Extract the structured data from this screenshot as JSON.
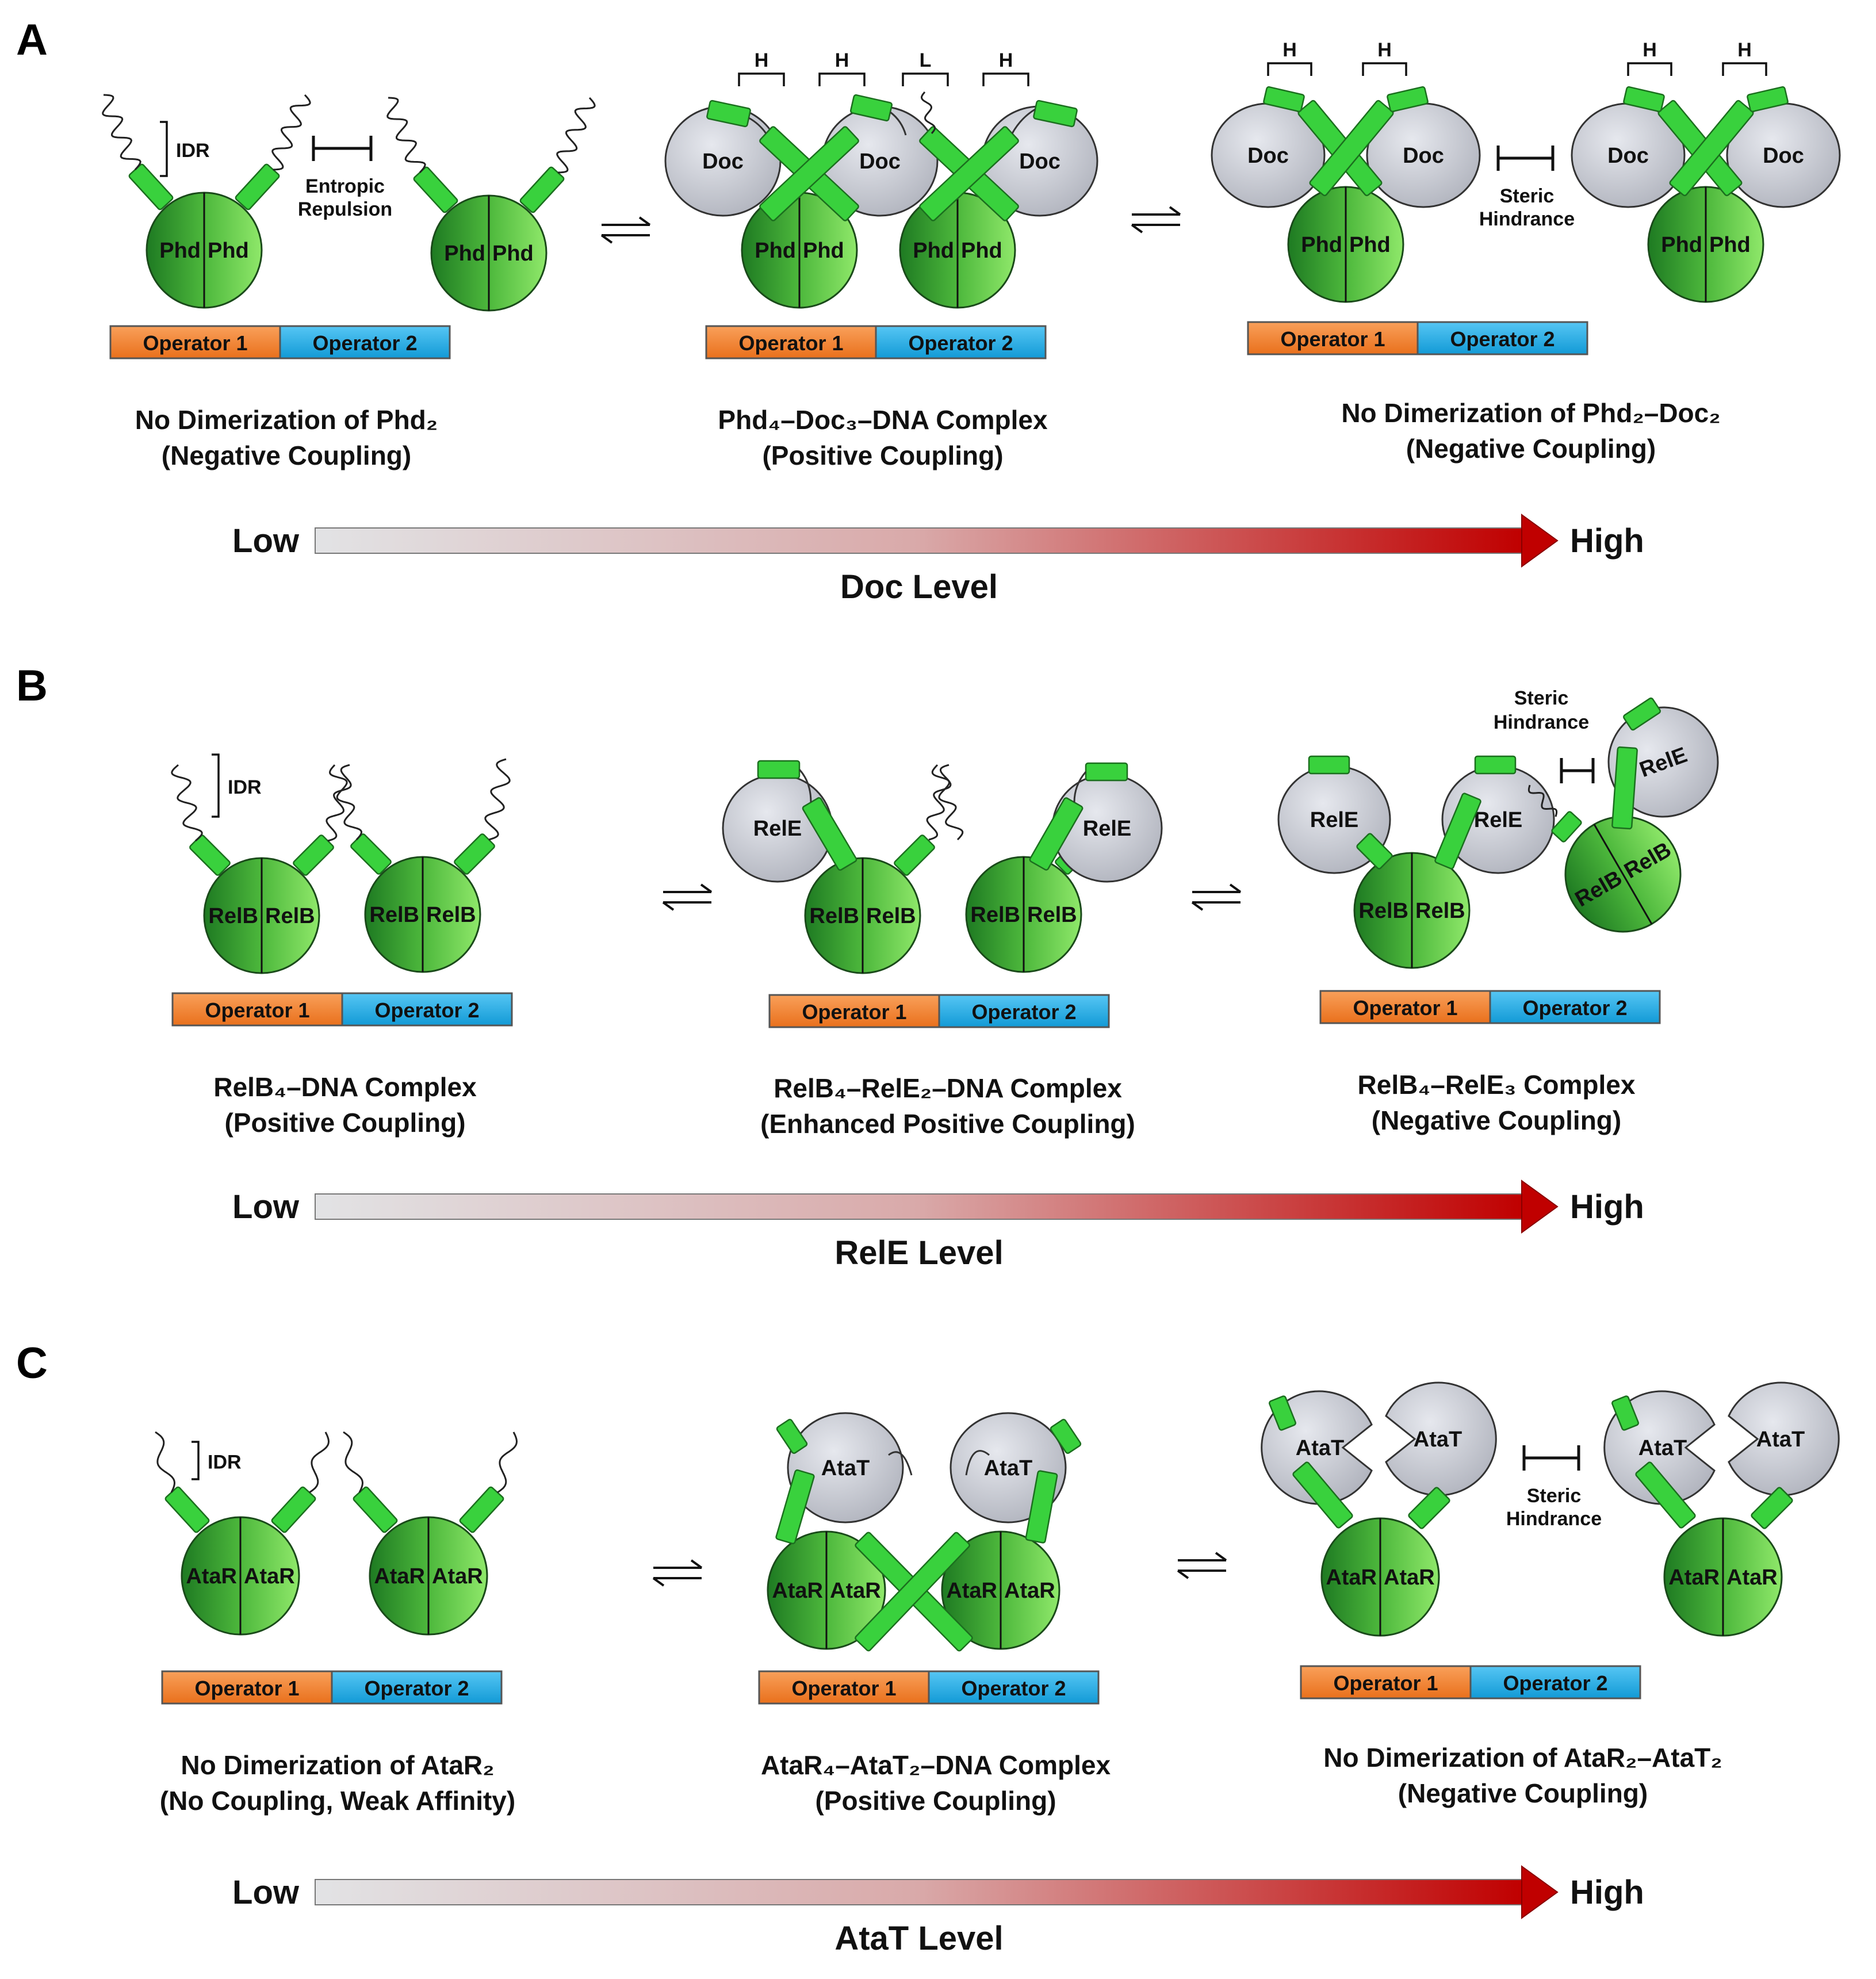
{
  "colors": {
    "operator1": "#F5842B",
    "operator2": "#22B0EC",
    "antitoxin_light": "#7EDB5E",
    "antitoxin_dark": "#1E7A22",
    "helix": "#39D13D",
    "toxin": "#C9CBD4",
    "gradient_start": "#E2E3E5",
    "gradient_end": "#C00000"
  },
  "icons": {
    "wavy_line": "idr-wavy-icon",
    "blunt_arrow": "inhibition-bar-icon",
    "equilibrium": "equilibrium-arrows-icon"
  },
  "operators": {
    "op1": "Operator 1",
    "op2": "Operator 2"
  },
  "gradient": {
    "low": "Low",
    "high": "High"
  },
  "panels": [
    {
      "letter": "A",
      "antitoxin": "Phd",
      "toxin": "Doc",
      "idr": "IDR",
      "annotation": {
        "line1": "Entropic",
        "line2": "Repulsion"
      },
      "annotation3": {
        "line1": "Steric",
        "line2": "Hindrance"
      },
      "captions": [
        {
          "line1": "No Dimerization of Phd₂",
          "line2": "(Negative Coupling)"
        },
        {
          "line1": "Phd₄–Doc₃–DNA Complex",
          "line2": "(Positive Coupling)"
        },
        {
          "line1": "No Dimerization of Phd₂–Doc₂",
          "line2": "(Negative Coupling)"
        }
      ],
      "brackets_mid": [
        "H",
        "H",
        "L",
        "H"
      ],
      "brackets_right": [
        "H",
        "H",
        "H",
        "H"
      ],
      "level": "Doc Level"
    },
    {
      "letter": "B",
      "antitoxin": "RelB",
      "toxin": "RelE",
      "idr": "IDR",
      "annotation3": {
        "line1": "Steric",
        "line2": "Hindrance"
      },
      "captions": [
        {
          "line1": "RelB₄–DNA Complex",
          "line2": "(Positive Coupling)"
        },
        {
          "line1": "RelB₄–RelE₂–DNA Complex",
          "line2": "(Enhanced Positive Coupling)"
        },
        {
          "line1": "RelB₄–RelE₃ Complex",
          "line2": "(Negative Coupling)"
        }
      ],
      "level": "RelE Level"
    },
    {
      "letter": "C",
      "antitoxin": "AtaR",
      "toxin": "AtaT",
      "idr": "IDR",
      "annotation3": {
        "line1": "Steric",
        "line2": "Hindrance"
      },
      "captions": [
        {
          "line1": "No Dimerization of AtaR₂",
          "line2": "(No Coupling, Weak Affinity)"
        },
        {
          "line1": "AtaR₄–AtaT₂–DNA Complex",
          "line2": "(Positive Coupling)"
        },
        {
          "line1": "No Dimerization of AtaR₂–AtaT₂",
          "line2": "(Negative Coupling)"
        }
      ],
      "level": "AtaT Level"
    }
  ]
}
